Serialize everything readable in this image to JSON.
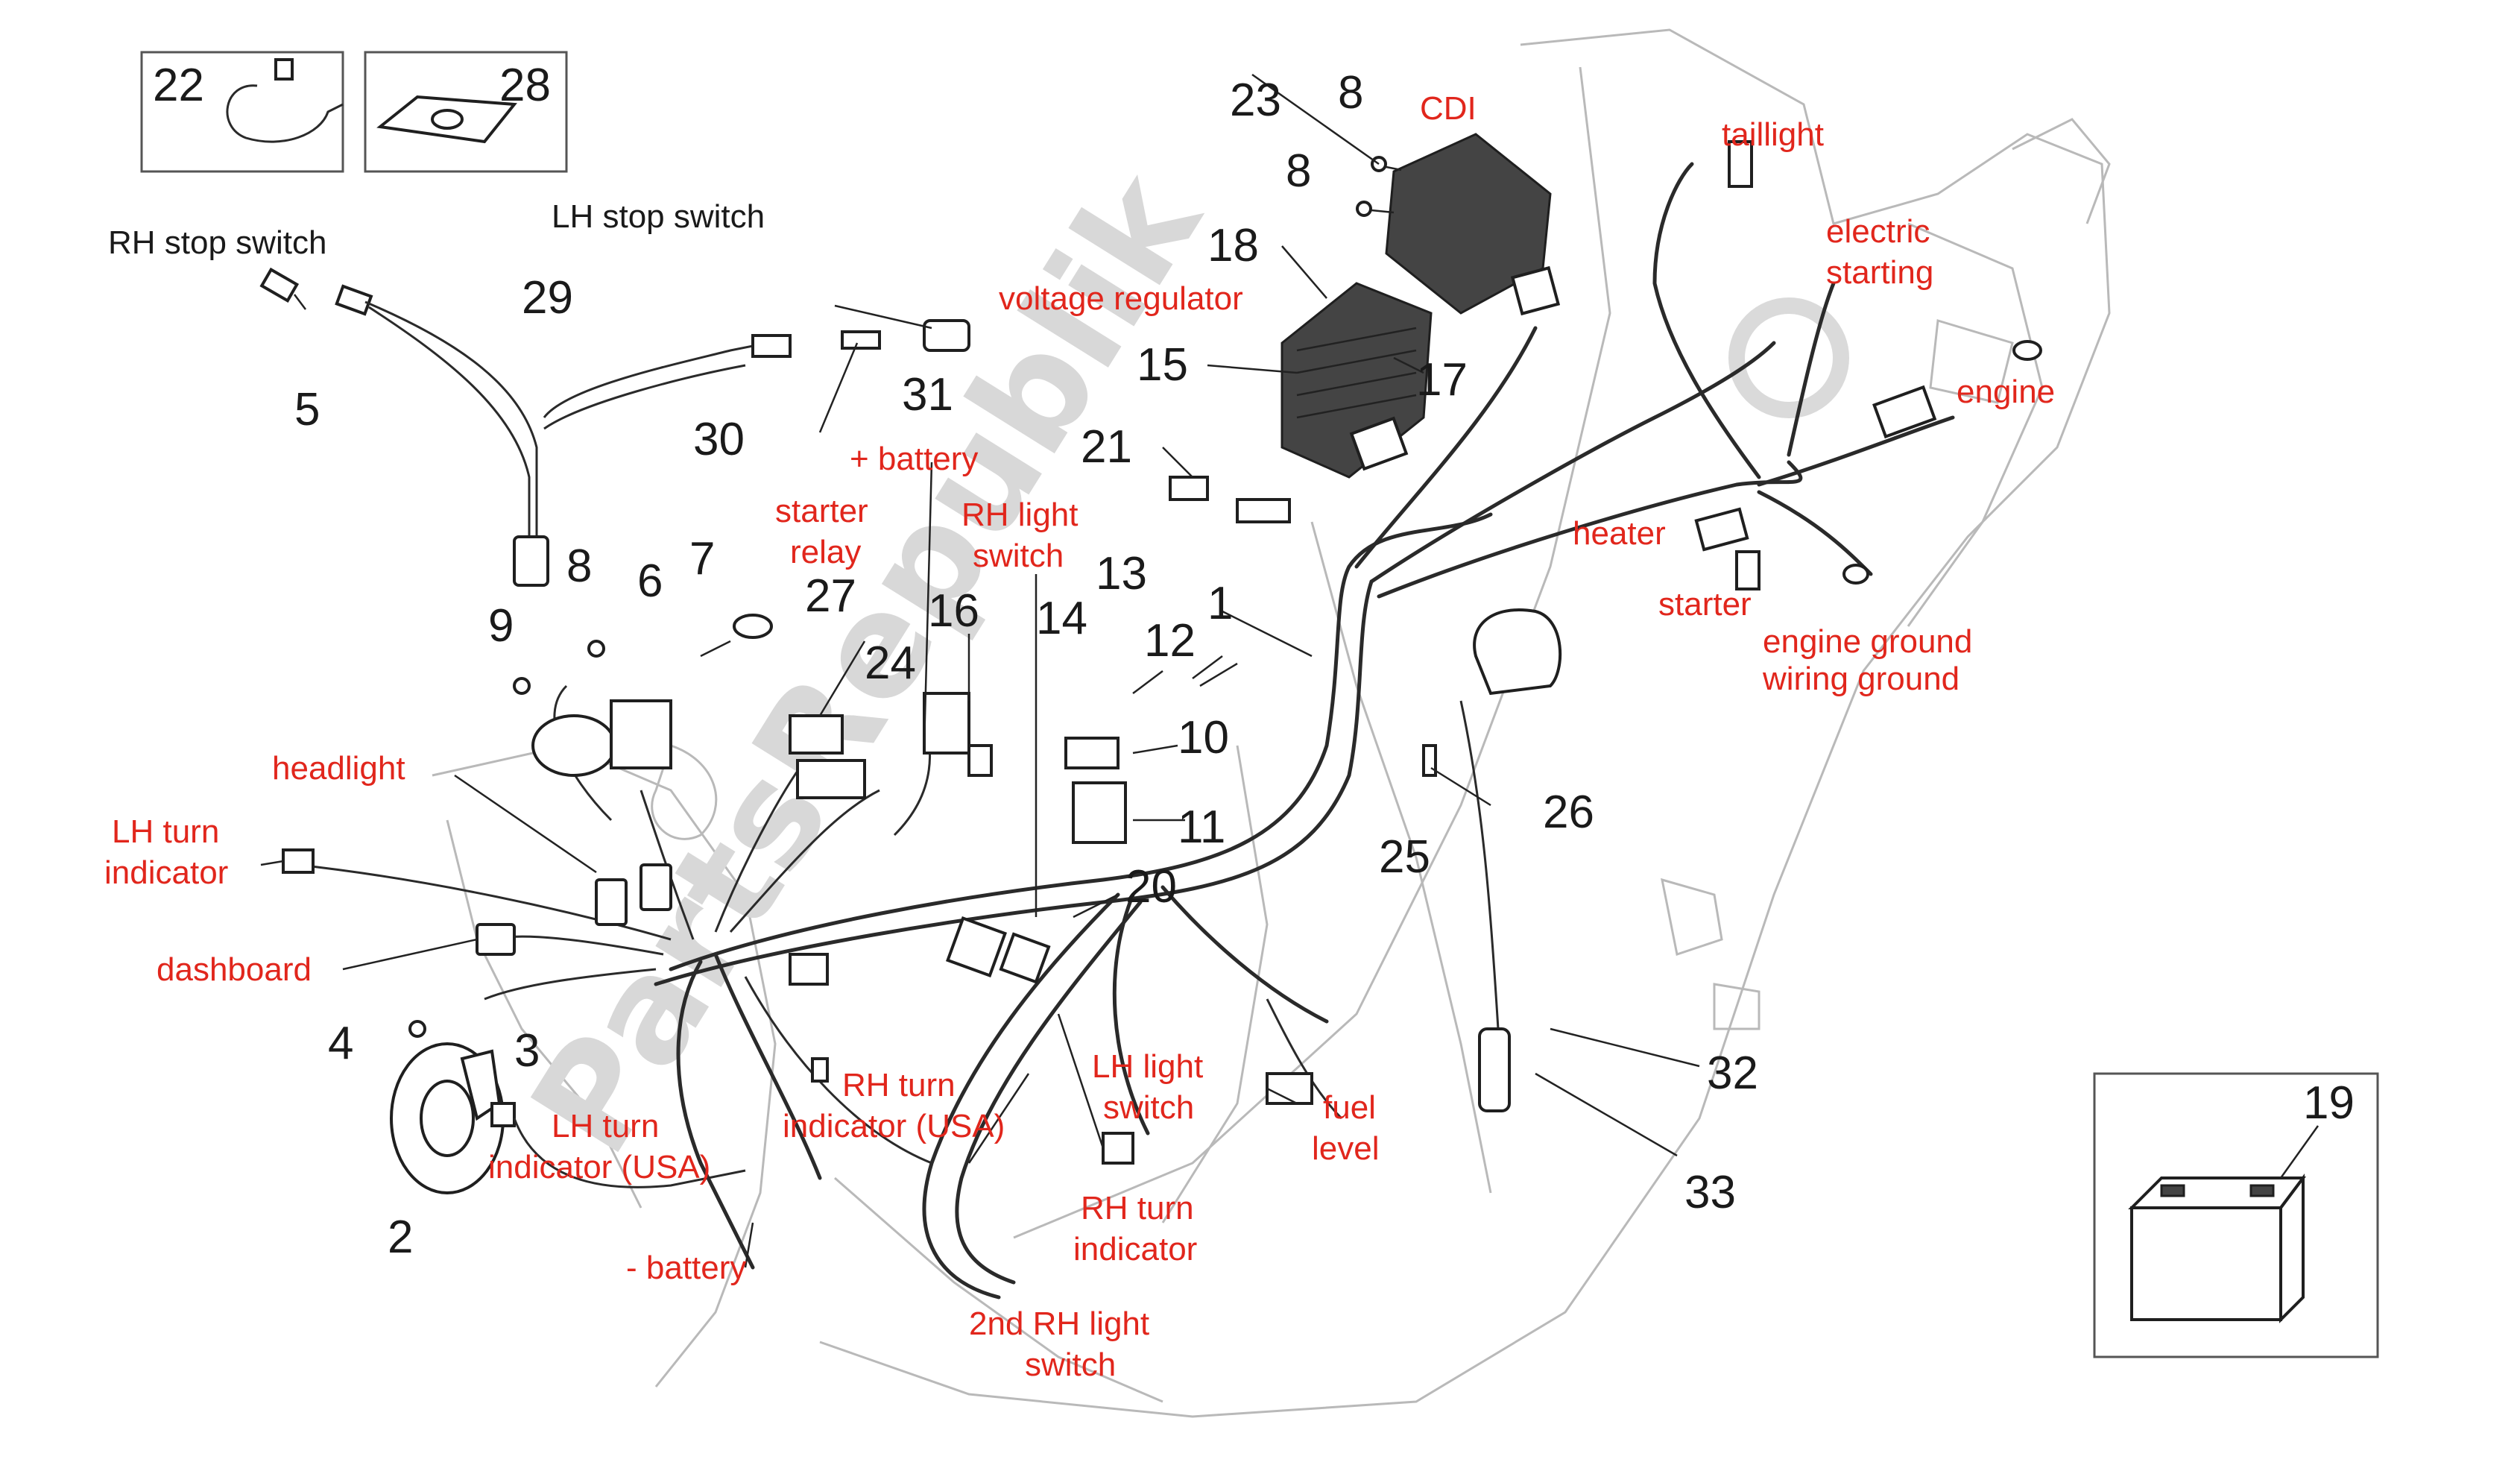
{
  "diagram": {
    "watermark": "PartsRepublik",
    "numbers": {
      "n1": "1",
      "n2": "2",
      "n3": "3",
      "n4": "4",
      "n5": "5",
      "n6": "6",
      "n7": "7",
      "n8a": "8",
      "n8b": "8",
      "n8c": "8",
      "n9": "9",
      "n10": "10",
      "n11": "11",
      "n12": "12",
      "n13": "13",
      "n14": "14",
      "n15": "15",
      "n16": "16",
      "n17": "17",
      "n18": "18",
      "n19": "19",
      "n20": "20",
      "n21": "21",
      "n22": "22",
      "n23": "23",
      "n24": "24",
      "n25": "25",
      "n26": "26",
      "n27": "27",
      "n28": "28",
      "n29": "29",
      "n30": "30",
      "n31": "31",
      "n32": "32",
      "n33": "33"
    },
    "labels": {
      "rh_stop_switch": "RH stop switch",
      "lh_stop_switch": "LH stop switch",
      "cdi": "CDI",
      "voltage_regulator": "voltage regulator",
      "plus_battery": "+ battery",
      "starter_relay_1": "starter",
      "starter_relay_2": "relay",
      "rh_light_switch_1": "RH light",
      "rh_light_switch_2": "switch",
      "taillight": "taillight",
      "electric_starting_1": "electric",
      "electric_starting_2": "starting",
      "engine": "engine",
      "heater": "heater",
      "starter": "starter",
      "engine_ground": "engine ground",
      "wiring_ground": "wiring ground",
      "headlight": "headlight",
      "lh_turn_indicator_1": "LH turn",
      "lh_turn_indicator_2": "indicator",
      "dashboard": "dashboard",
      "lh_turn_usa_1": "LH turn",
      "lh_turn_usa_2": "indicator (USA)",
      "rh_turn_usa_1": "RH turn",
      "rh_turn_usa_2": "indicator (USA)",
      "lh_light_switch_1": "LH light",
      "lh_light_switch_2": "switch",
      "fuel_level_1": "fuel",
      "fuel_level_2": "level",
      "minus_battery": "- battery",
      "rh_turn_indicator_1": "RH turn",
      "rh_turn_indicator_2": "indicator",
      "second_rh_light_switch_1": "2nd RH light",
      "second_rh_light_switch_2": "switch"
    },
    "colors": {
      "red_label": "#e1261c",
      "line": "#1f1f1f",
      "frame": "#b9b9b9"
    }
  }
}
